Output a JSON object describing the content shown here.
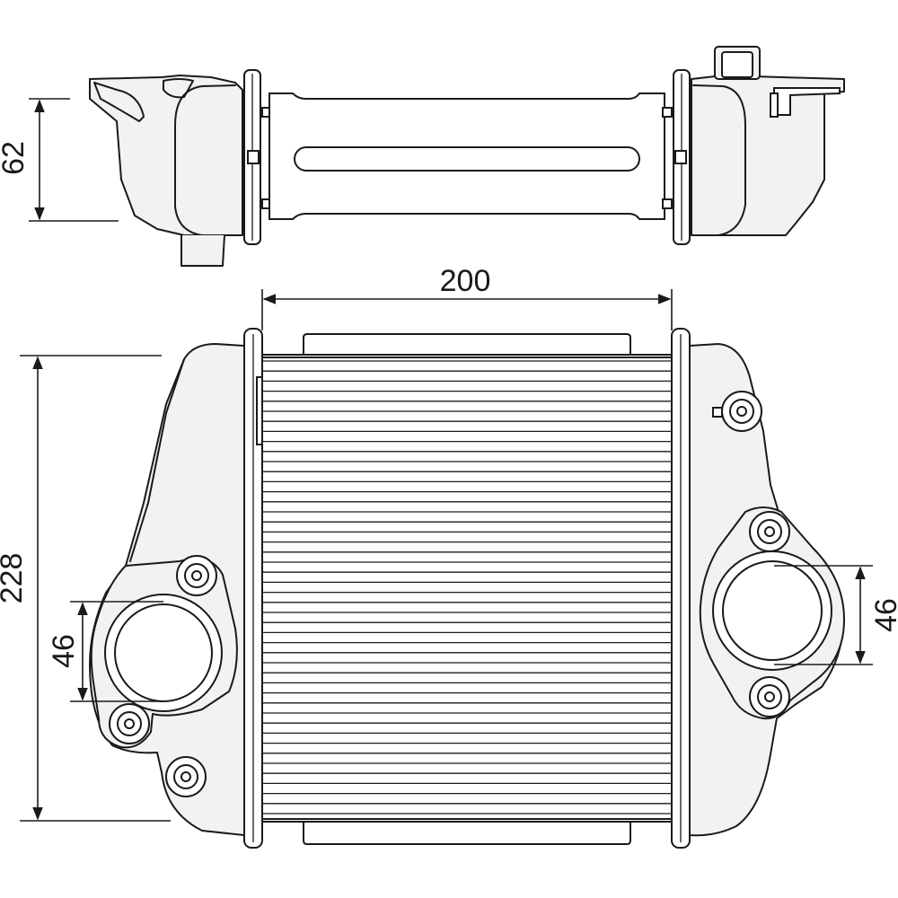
{
  "dimensions": {
    "height_side_view": "62",
    "core_width": "200",
    "overall_height": "228",
    "left_port_diameter": "46",
    "right_port_diameter": "46"
  },
  "colors": {
    "line": "#1a1a1a",
    "part_fill": "#f2f2f2",
    "background": "#ffffff"
  }
}
